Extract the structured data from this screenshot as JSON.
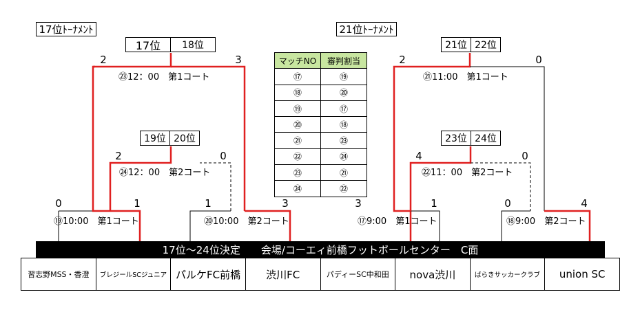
{
  "left_title": "17位ﾄｰﾅﾒﾝﾄ",
  "right_title": "21位ﾄｰﾅﾒﾝﾄ",
  "left_final": {
    "rank_a": "17位",
    "rank_b": "18位",
    "score_left": "2",
    "score_right": "3",
    "info": "㉓12：00　第1コート"
  },
  "left_semi": {
    "rank_a": "19位",
    "rank_b": "20位",
    "score_left": "2",
    "score_right": "0",
    "info": "㉔12：00　第2コート"
  },
  "right_final": {
    "rank_a": "21位",
    "rank_b": "22位",
    "score_left": "2",
    "score_right": "0",
    "info": "㉑11:00　第1コート"
  },
  "right_semi": {
    "rank_a": "23位",
    "rank_b": "24位",
    "score_left": "4",
    "score_right": "0",
    "info": "㉒11：00　第2コート"
  },
  "first_round": [
    {
      "score_left": "0",
      "score_right": "1",
      "info": "⑲10:00　第1コート"
    },
    {
      "score_left": "1",
      "score_right": "3",
      "info": "⑳10:00　第2コート"
    },
    {
      "score_left": "3",
      "score_right": "1",
      "info": "⑰9:00　第1コート"
    },
    {
      "score_left": "0",
      "score_right": "4",
      "info": "⑱9:00　第2コート"
    }
  ],
  "referee_table": {
    "header_match": "マッチNO",
    "header_referee": "審判割当",
    "rows": [
      [
        "⑰",
        "⑲"
      ],
      [
        "⑱",
        "⑳"
      ],
      [
        "⑲",
        "⑰"
      ],
      [
        "⑳",
        "⑱"
      ],
      [
        "㉑",
        "㉓"
      ],
      [
        "㉒",
        "㉔"
      ],
      [
        "㉓",
        "㉑"
      ],
      [
        "㉔",
        "㉒"
      ]
    ]
  },
  "banner": "17位～24位決定　　会場/コーエィ前橋フットボールセンター　C面",
  "teams": [
    "習志野MSS・香澄",
    "ブレジールSCジュニア",
    "パルケFC前橋",
    "渋川FC",
    "パディーSC中和田",
    "nova渋川",
    "ばらきサッカークラブ",
    "union SC"
  ],
  "colors": {
    "winner_line": "#e02020",
    "loser_line": "#000000",
    "referee_header_bg": "#c8e6a0",
    "banner_bg": "#000000"
  }
}
